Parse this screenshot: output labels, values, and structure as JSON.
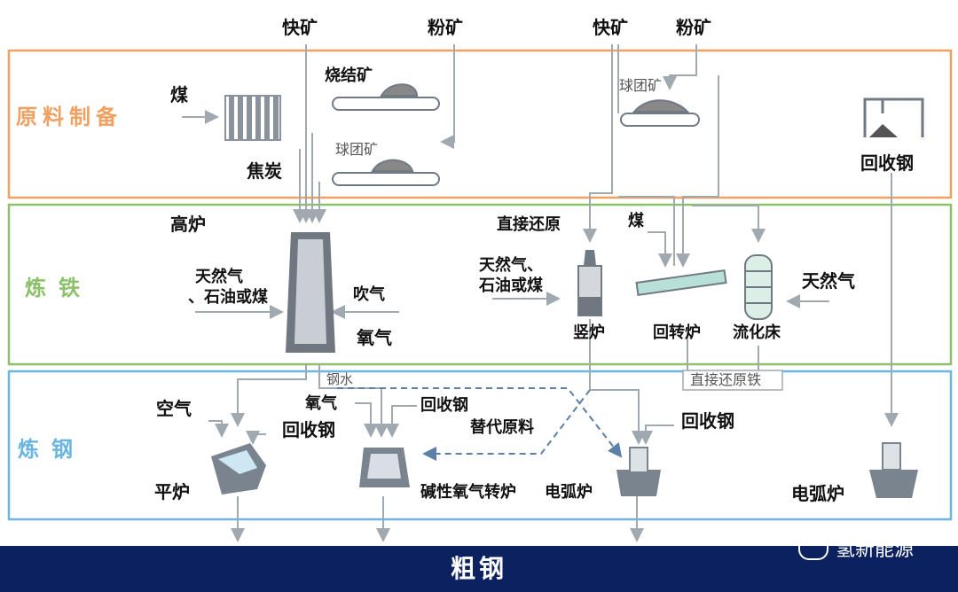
{
  "zones": [
    {
      "label": "原料制备",
      "color": "#f0a060"
    },
    {
      "label": "炼铁",
      "color": "#8cc06a"
    },
    {
      "label": "炼钢",
      "color": "#6bb6e0"
    }
  ],
  "inputs": {
    "top_lump_ore_1": "快矿",
    "top_fine_ore_1": "粉矿",
    "top_lump_ore_2": "快矿",
    "top_fine_ore_2": "粉矿"
  },
  "prep": {
    "coal": "煤",
    "coke": "焦炭",
    "sinter": "烧结矿",
    "pellet_1": "球团矿",
    "pellet_2": "球团矿",
    "scrap": "回收钢"
  },
  "ironmaking": {
    "blast_furnace": "高炉",
    "bf_fuel_line1": "天然气",
    "bf_fuel_line2": "、石油或煤",
    "blow": "吹气",
    "oxygen": "氧气",
    "direct_reduction": "直接还原",
    "coal": "煤",
    "dr_fuel_line1": "天然气、",
    "dr_fuel_line2": "石油或煤",
    "shaft": "竖炉",
    "rotary": "回转炉",
    "fluid_bed": "流化床",
    "natural_gas": "天然气"
  },
  "steelmaking": {
    "hot_metal": "钢水",
    "dri": "直接还原铁",
    "air": "空气",
    "scrap_ohf": "回收钢",
    "open_hearth": "平炉",
    "oxygen": "氧气",
    "scrap_bof": "回收钢",
    "substitute": "替代原料",
    "bof": "碱性氧气转炉",
    "scrap_eaf": "回收钢",
    "eaf_1": "电弧炉",
    "eaf_2": "电弧炉"
  },
  "output": {
    "crude_steel": "粗钢"
  },
  "watermark": "氢新能源",
  "colors": {
    "line": "#a0a8b0",
    "equipment": "#707a84",
    "band": "#0c2160"
  }
}
